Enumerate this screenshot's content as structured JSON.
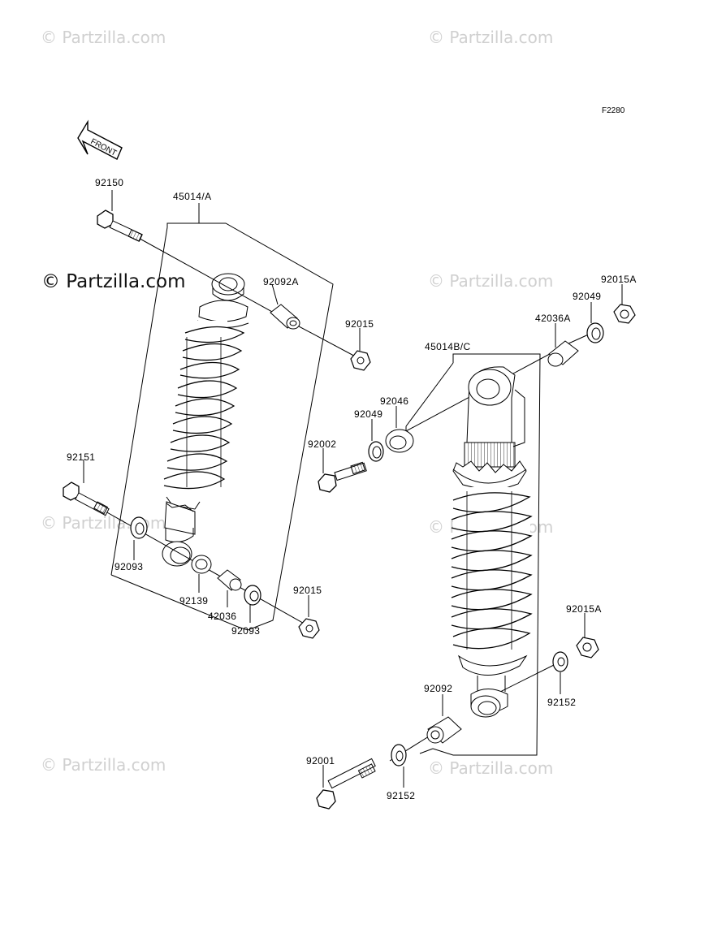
{
  "figure_code": "F2280",
  "front_label": "FRONT",
  "watermarks": {
    "text": "© Partzilla.com",
    "main": "© Partzilla.com"
  },
  "parts": {
    "p92150": "92150",
    "p45014A": "45014/A",
    "p92092A": "92092A",
    "p92015_top": "92015",
    "p92151": "92151",
    "p92093_left": "92093",
    "p92139": "92139",
    "p42036": "42036",
    "p92093_bottom": "92093",
    "p92015_bottom": "92015",
    "p92015A_top": "92015A",
    "p92049_right": "92049",
    "p42036A": "42036A",
    "p45014BC": "45014B/C",
    "p92046": "92046",
    "p92049_left": "92049",
    "p92002": "92002",
    "p92015A_bottom": "92015A",
    "p92152_right": "92152",
    "p92092": "92092",
    "p92001": "92001",
    "p92152_bottom": "92152"
  }
}
